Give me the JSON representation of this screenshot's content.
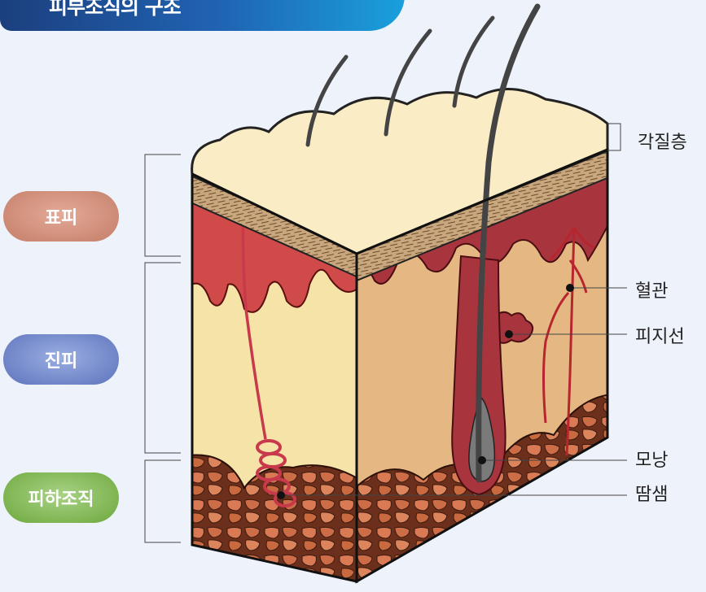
{
  "header": {
    "title": "피부조직의 구조"
  },
  "layers": {
    "epidermis": "표피",
    "dermis": "진피",
    "hypodermis": "피하조직"
  },
  "structures": {
    "stratum_corneum": "각질층",
    "blood_vessel": "혈관",
    "sebaceous_gland": "피지선",
    "hair_follicle": "모낭",
    "sweat_gland": "땀샘"
  },
  "colors": {
    "banner_start": "#1c3f7e",
    "banner_end": "#1aa0dc",
    "epidermis_pill": "#d4957f",
    "dermis_pill": "#7d8fd0",
    "hypodermis_pill": "#8cbf5e"
  }
}
